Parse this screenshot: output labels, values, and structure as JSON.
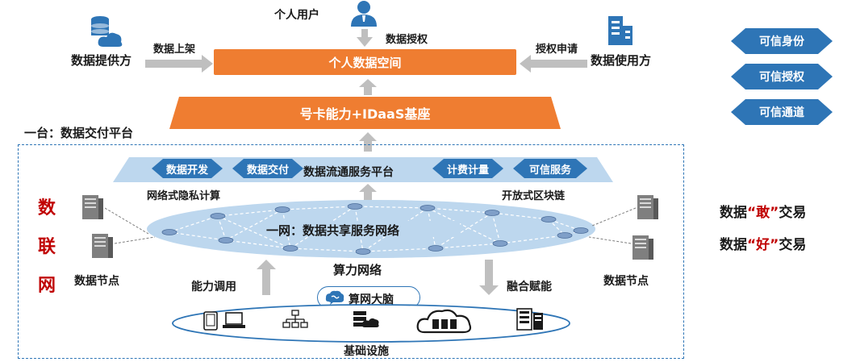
{
  "top": {
    "personal_user": "个人用户",
    "data_authorize": "数据授权",
    "data_listing": "数据上架",
    "auth_apply": "授权申请",
    "data_provider": "数据提供方",
    "data_user": "数据使用方",
    "personal_space": "个人数据空间",
    "idaas_base": "号卡能力+IDaaS基座"
  },
  "platform": {
    "title": "一台：数据交付平台",
    "flow_platform": "数据流通服务平台",
    "tags": [
      "数据开发",
      "数据交付",
      "计费计量",
      "可信服务"
    ],
    "privacy_compute": "网络式隐私计算",
    "blockchain": "开放式区块链",
    "network_name": "一网：数据共享服务网络",
    "compute_network": "算力网络",
    "capability_call": "能力调用",
    "fusion_enable": "融合赋能",
    "brain": "算网大脑",
    "infrastructure": "基础设施",
    "data_node_left": "数据节点",
    "data_node_right": "数据节点"
  },
  "side_label": [
    "数",
    "联",
    "网"
  ],
  "trust": [
    "可信身份",
    "可信授权",
    "可信通道"
  ],
  "trade": [
    {
      "pre": "数据",
      "mark": "“敢”",
      "post": "交易"
    },
    {
      "pre": "数据",
      "mark": "“好”",
      "post": "交易"
    }
  ],
  "colors": {
    "orange": "#ef7d31",
    "blue": "#2e75b6",
    "light_blue": "#bdd7ee",
    "gray_arrow": "#bfbfbf",
    "red": "#c00000"
  },
  "icons": [
    "user-icon",
    "database-cloud-icon",
    "building-icon",
    "server-icon",
    "tablet-icon",
    "laptop-icon",
    "network-icon",
    "cloud-server-icon",
    "rack-icon",
    "brain-icon"
  ]
}
